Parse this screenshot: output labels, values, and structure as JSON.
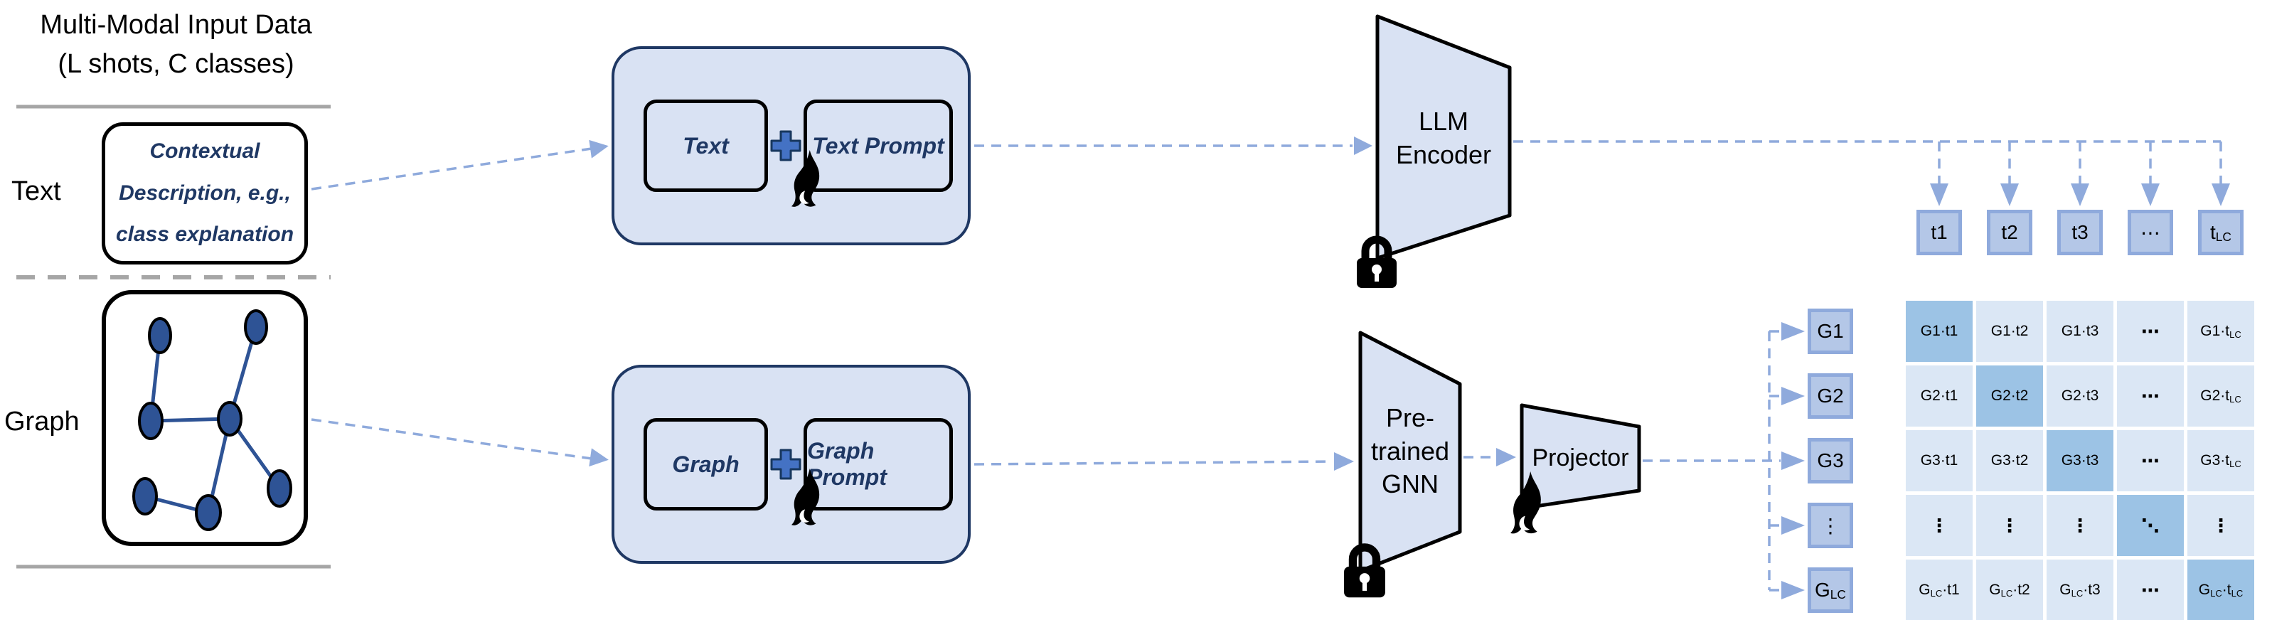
{
  "header": {
    "title_line1": "Multi-Modal Input Data",
    "title_line2": "(L shots, C classes)"
  },
  "input_rows": {
    "text_row_label": "Text",
    "graph_row_label": "Graph",
    "contextual_lines": [
      "Contextual",
      "Description, e.g.,",
      "class explanation"
    ]
  },
  "fusion": {
    "text": {
      "input_label": "Text",
      "plus": "+",
      "prompt_label": "Text Prompt"
    },
    "graph": {
      "input_label": "Graph",
      "plus": "+",
      "prompt_label": "Graph Prompt"
    }
  },
  "encoders": {
    "llm": {
      "line1": "LLM",
      "line2": "Encoder"
    },
    "gnn": {
      "line1": "Pre-",
      "line2": "trained",
      "line3": "GNN"
    },
    "projector": {
      "label": "Projector"
    }
  },
  "embeddings": {
    "text_labels": [
      "t1",
      "t2",
      "t3",
      "⋯",
      "t~LC~"
    ],
    "graph_labels": [
      "G1",
      "G2",
      "G3",
      "⋮",
      "G~LC~"
    ]
  },
  "similarity_matrix": {
    "rows": [
      [
        "G1·t1",
        "G1·t2",
        "G1·t3",
        "⋯",
        "G1·t~LC~"
      ],
      [
        "G2·t1",
        "G2·t2",
        "G2·t3",
        "⋯",
        "G2·t~LC~"
      ],
      [
        "G3·t1",
        "G3·t2",
        "G3·t3",
        "⋯",
        "G3·t~LC~"
      ],
      [
        "⋮",
        "⋮",
        "⋮",
        "⋱",
        "⋮"
      ],
      [
        "G~LC~·t1",
        "G~LC~·t2",
        "G~LC~·t3",
        "⋯",
        "G~LC~·t~LC~"
      ]
    ],
    "diagonal_highlighted": true
  },
  "icons": {
    "flame": "flame-icon",
    "lock": "lock-icon",
    "plus": "plus-icon",
    "arrow": "dashed-arrow"
  },
  "colors": {
    "container_fill": "#d9e2f3",
    "container_border": "#1f3864",
    "navy_text": "#1f3864",
    "embedding_fill": "#b4c7e7",
    "embedding_border": "#8faadc",
    "matrix_cell": "#dbe7f5",
    "matrix_diagonal": "#9cc3e5",
    "connector": "#8faadc",
    "plus_fill": "#4472c4",
    "graph_node": "#2e5395",
    "separator_gray": "#a6a6a6"
  }
}
